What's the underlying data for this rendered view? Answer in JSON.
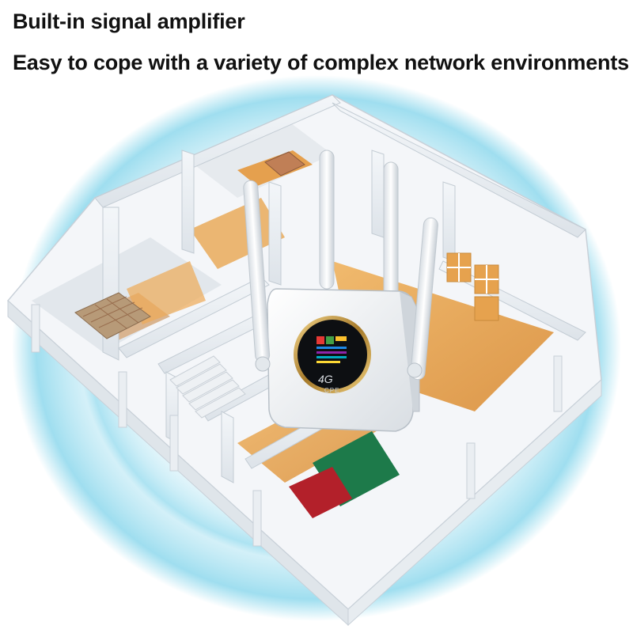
{
  "headline": {
    "line1": "Built-in signal amplifier",
    "line2": "Easy to cope with a variety of complex network environments"
  },
  "router": {
    "badge_main": "4G",
    "badge_sub": "CPE"
  },
  "colors": {
    "signal": "#7fd3ea",
    "wall": "#e9edf1",
    "floor_wood": "#e8a24a",
    "router_body": "#f4f6f8",
    "ring": "#c9a24b",
    "rug_red": "#b3202a",
    "rug_green": "#1d7a4a"
  }
}
